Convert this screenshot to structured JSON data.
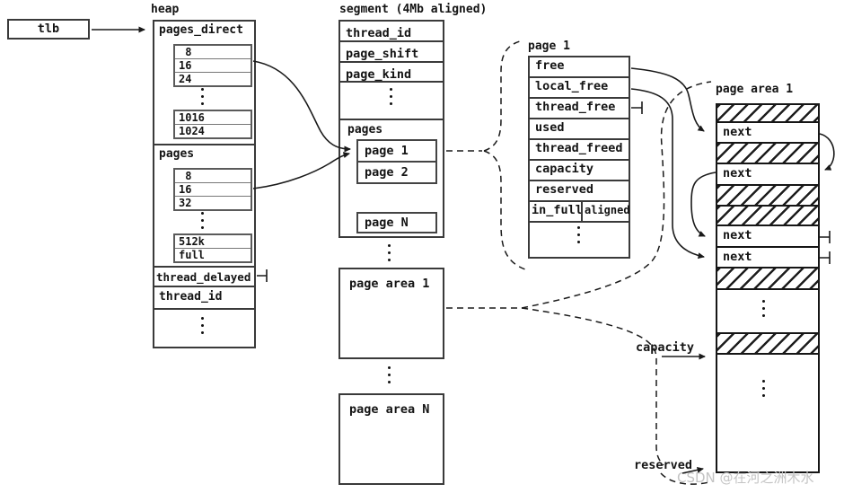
{
  "colors": {
    "line": "#1a1a1a",
    "watermark": "#c4c4c4"
  },
  "tlb": {
    "label": "tlb"
  },
  "heap": {
    "title": "heap",
    "pages_direct": {
      "label": "pages_direct",
      "top_values": [
        " 8",
        "16",
        "24"
      ],
      "bottom_values": [
        "1016",
        "1024"
      ]
    },
    "pages": {
      "label": "pages",
      "top_values": [
        " 8",
        "16",
        "32"
      ],
      "bottom_values": [
        "512k",
        "full"
      ]
    },
    "thread_delayed": "thread_delayed",
    "thread_id": "thread_id"
  },
  "segment": {
    "title": "segment (4Mb aligned)",
    "rows": [
      "thread_id",
      "page_shift",
      "page_kind"
    ],
    "pages_label": "pages",
    "page_entries": [
      "page 1",
      "page 2"
    ],
    "page_n": "page N",
    "area1": "page area 1",
    "areaN": "page area N"
  },
  "page1": {
    "title": "page 1",
    "rows": [
      "free",
      "local_free",
      "thread_free",
      "used",
      "thread_freed",
      "capacity",
      "reserved"
    ],
    "in_full": "in_full",
    "aligned": "aligned"
  },
  "page_area": {
    "title": "page area 1",
    "next_label": "next",
    "capacity_label": "capacity",
    "reserved_label": "reserved"
  },
  "watermark": "CSDN @在河之洲木水"
}
